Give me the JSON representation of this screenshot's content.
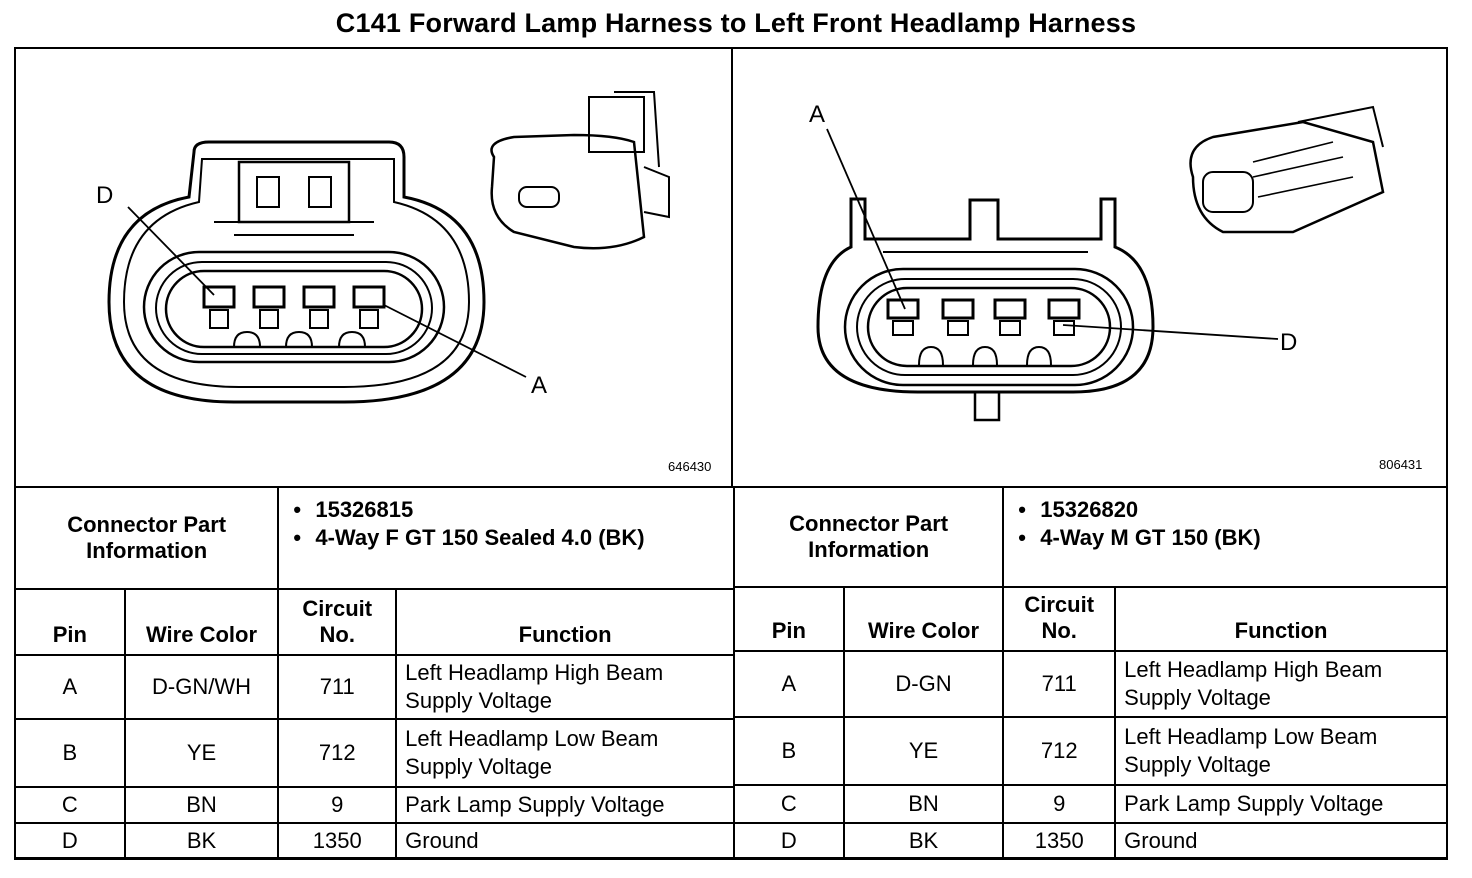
{
  "title": "C141 Forward Lamp Harness to Left Front Headlamp Harness",
  "left": {
    "figure_id": "646430",
    "callout_top": "D",
    "callout_bottom": "A",
    "part_label": "Connector Part Information",
    "part_info": [
      "15326815",
      "4-Way F GT 150 Sealed 4.0 (BK)"
    ],
    "headers": {
      "pin": "Pin",
      "wire": "Wire Color",
      "circuit": "Circuit No.",
      "function": "Function"
    },
    "rows": [
      {
        "pin": "A",
        "color": "D-GN/WH",
        "circuit": "711",
        "function": "Left Headlamp High Beam Supply Voltage"
      },
      {
        "pin": "B",
        "color": "YE",
        "circuit": "712",
        "function": "Left Headlamp Low Beam Supply Voltage"
      },
      {
        "pin": "C",
        "color": "BN",
        "circuit": "9",
        "function": "Park Lamp Supply Voltage"
      },
      {
        "pin": "D",
        "color": "BK",
        "circuit": "1350",
        "function": "Ground"
      }
    ]
  },
  "right": {
    "figure_id": "806431",
    "callout_top": "A",
    "callout_bottom": "D",
    "part_label": "Connector Part Information",
    "part_info": [
      "15326820",
      "4-Way M GT 150 (BK)"
    ],
    "headers": {
      "pin": "Pin",
      "wire": "Wire Color",
      "circuit": "Circuit No.",
      "function": "Function"
    },
    "rows": [
      {
        "pin": "A",
        "color": "D-GN",
        "circuit": "711",
        "function": "Left Headlamp High Beam Supply Voltage"
      },
      {
        "pin": "B",
        "color": "YE",
        "circuit": "712",
        "function": "Left Headlamp Low Beam Supply Voltage"
      },
      {
        "pin": "C",
        "color": "BN",
        "circuit": "9",
        "function": "Park Lamp Supply Voltage"
      },
      {
        "pin": "D",
        "color": "BK",
        "circuit": "1350",
        "function": "Ground"
      }
    ]
  }
}
